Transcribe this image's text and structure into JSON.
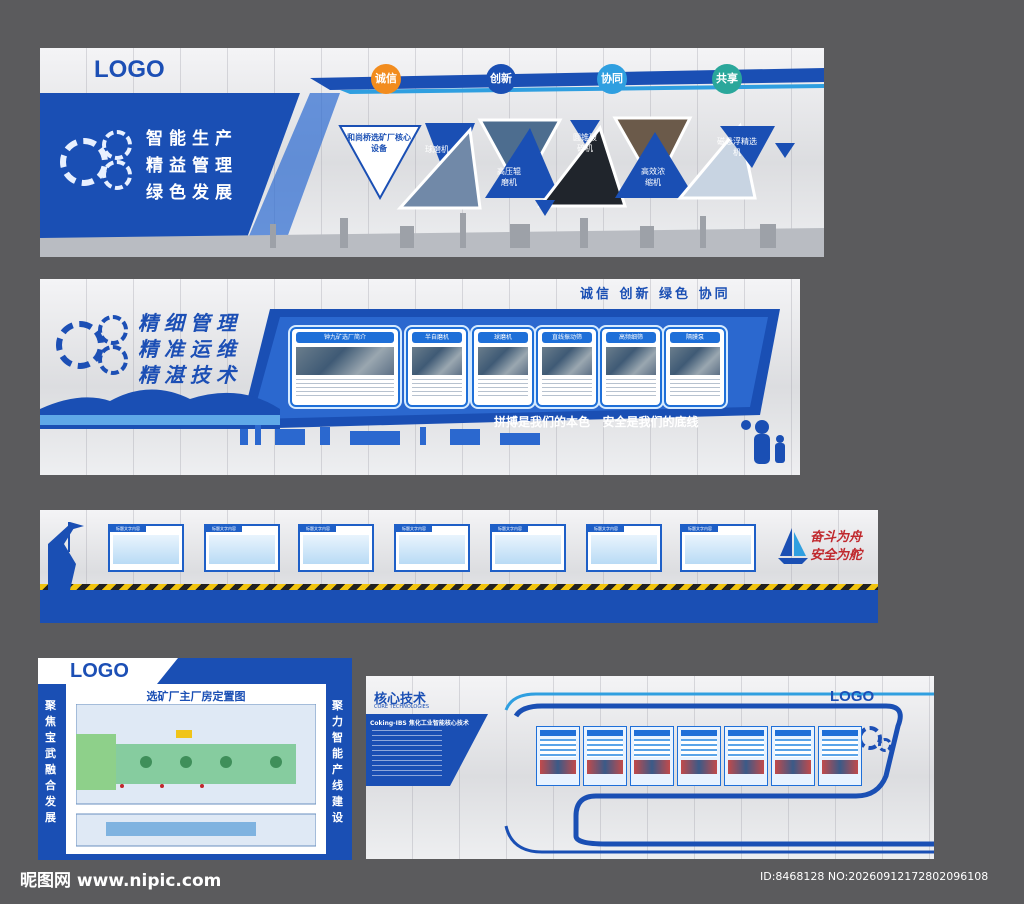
{
  "panel1": {
    "logo": "LOGO",
    "slogan": [
      "智能生产",
      "精益管理",
      "绿色发展"
    ],
    "values": [
      {
        "label": "诚信",
        "color": "#f28c1e"
      },
      {
        "label": "创新",
        "color": "#1a4fb4"
      },
      {
        "label": "协同",
        "color": "#2f9fe0"
      },
      {
        "label": "共享",
        "color": "#2aa79b"
      }
    ],
    "core_title": "和尚桥选矿厂核心设备",
    "equipment": [
      "球磨机",
      "高压辊磨机",
      "圆锥破碎机",
      "高效浓缩机",
      "磁悬浮精选机"
    ]
  },
  "panel2": {
    "values_line": "诚信 创新 绿色 协同",
    "slogan": [
      "精细管理",
      "精准运维",
      "精湛技术"
    ],
    "cards": [
      "钟九矿选厂简介",
      "半自磨机",
      "球磨机",
      "直线振动筛",
      "高频细筛",
      "隔膜泵"
    ],
    "motto": "拼搏是我们的本色   安全是我们的底线"
  },
  "panel3": {
    "board_title": "标题文字内容",
    "boards": 7,
    "motto": [
      "奋斗为舟",
      "安全为舵"
    ]
  },
  "panel4": {
    "logo": "LOGO",
    "title": "选矿厂主厂房定置图",
    "left_vertical": "聚焦宝武融合发展",
    "right_vertical": "聚力智能产线建设"
  },
  "panel5": {
    "title": "核心技术",
    "subtitle": "CORE TECHNOLOGIES",
    "logo": "LOGO",
    "heading": "Coking-IBS 焦化工业智能核心技术",
    "cards": 7
  },
  "footer": {
    "site": "昵图网 www.nipic.com",
    "id": "ID:8468128 NO:20260912172802096108"
  }
}
